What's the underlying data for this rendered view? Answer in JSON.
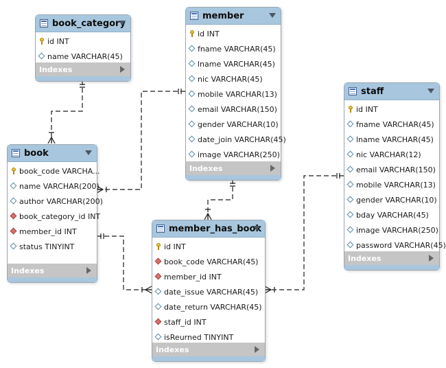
{
  "indexes_label": "Indexes",
  "colors": {
    "header": "#a8c7de",
    "indexes_bar": "#c5c5c5",
    "line": "#1a1a1a"
  },
  "tables": {
    "book_category": {
      "name": "book_category",
      "columns": [
        {
          "label": "id INT",
          "icon": "key-icon"
        },
        {
          "label": "name VARCHAR(45)",
          "icon": "column-diamond-icon"
        }
      ]
    },
    "member": {
      "name": "member",
      "columns": [
        {
          "label": "id INT",
          "icon": "key-icon"
        },
        {
          "label": "fname VARCHAR(45)",
          "icon": "column-diamond-icon"
        },
        {
          "label": "lname VARCHAR(45)",
          "icon": "column-diamond-icon"
        },
        {
          "label": "nic VARCHAR(45)",
          "icon": "column-diamond-icon"
        },
        {
          "label": "mobile VARCHAR(13)",
          "icon": "column-diamond-icon"
        },
        {
          "label": "email VARCHAR(150)",
          "icon": "column-diamond-icon"
        },
        {
          "label": "gender VARCHAR(10)",
          "icon": "column-diamond-icon"
        },
        {
          "label": "date_join VARCHAR(45)",
          "icon": "column-diamond-icon"
        },
        {
          "label": "image VARCHAR(250)",
          "icon": "column-diamond-icon"
        }
      ]
    },
    "staff": {
      "name": "staff",
      "columns": [
        {
          "label": "id INT",
          "icon": "key-icon"
        },
        {
          "label": "fname VARCHAR(45)",
          "icon": "column-diamond-icon"
        },
        {
          "label": "lname VARCHAR(45)",
          "icon": "column-diamond-icon"
        },
        {
          "label": "nic VARCHAR(12)",
          "icon": "column-diamond-icon"
        },
        {
          "label": "email VARCHAR(150)",
          "icon": "column-diamond-icon"
        },
        {
          "label": "mobile VARCHAR(13)",
          "icon": "column-diamond-icon"
        },
        {
          "label": "gender VARCHAR(10)",
          "icon": "column-diamond-icon"
        },
        {
          "label": "bday VARCHAR(45)",
          "icon": "column-diamond-icon"
        },
        {
          "label": "image VARCHAR(250)",
          "icon": "column-diamond-icon"
        },
        {
          "label": "password VARCHAR(45)",
          "icon": "column-diamond-icon"
        }
      ]
    },
    "book": {
      "name": "book",
      "columns": [
        {
          "label": "book_code VARCHA...",
          "icon": "key-icon"
        },
        {
          "label": "name VARCHAR(200)",
          "icon": "column-diamond-icon"
        },
        {
          "label": "author VARCHAR(200)",
          "icon": "column-diamond-icon"
        },
        {
          "label": "book_category_id INT",
          "icon": "foreign-key-icon"
        },
        {
          "label": "member_id INT",
          "icon": "foreign-key-icon"
        },
        {
          "label": "status TINYINT",
          "icon": "column-diamond-icon"
        }
      ]
    },
    "member_has_book": {
      "name": "member_has_book",
      "columns": [
        {
          "label": "id INT",
          "icon": "key-icon"
        },
        {
          "label": "book_code VARCHAR(45)",
          "icon": "foreign-key-icon"
        },
        {
          "label": "member_id INT",
          "icon": "foreign-key-icon"
        },
        {
          "label": "date_issue VARCHAR(45)",
          "icon": "column-diamond-icon"
        },
        {
          "label": "date_return VARCHAR(45)",
          "icon": "column-diamond-icon"
        },
        {
          "label": "staff_id INT",
          "icon": "foreign-key-icon"
        },
        {
          "label": "isReurned TINYINT",
          "icon": "column-diamond-icon"
        }
      ]
    }
  },
  "relationships": [
    {
      "from": "book_category",
      "to": "book",
      "from_end": "one",
      "to_end": "many"
    },
    {
      "from": "member",
      "to": "book",
      "from_end": "one",
      "to_end": "many"
    },
    {
      "from": "member",
      "to": "member_has_book",
      "from_end": "one",
      "to_end": "many"
    },
    {
      "from": "book",
      "to": "member_has_book",
      "from_end": "one",
      "to_end": "many"
    },
    {
      "from": "staff",
      "to": "member_has_book",
      "from_end": "one",
      "to_end": "many"
    }
  ]
}
